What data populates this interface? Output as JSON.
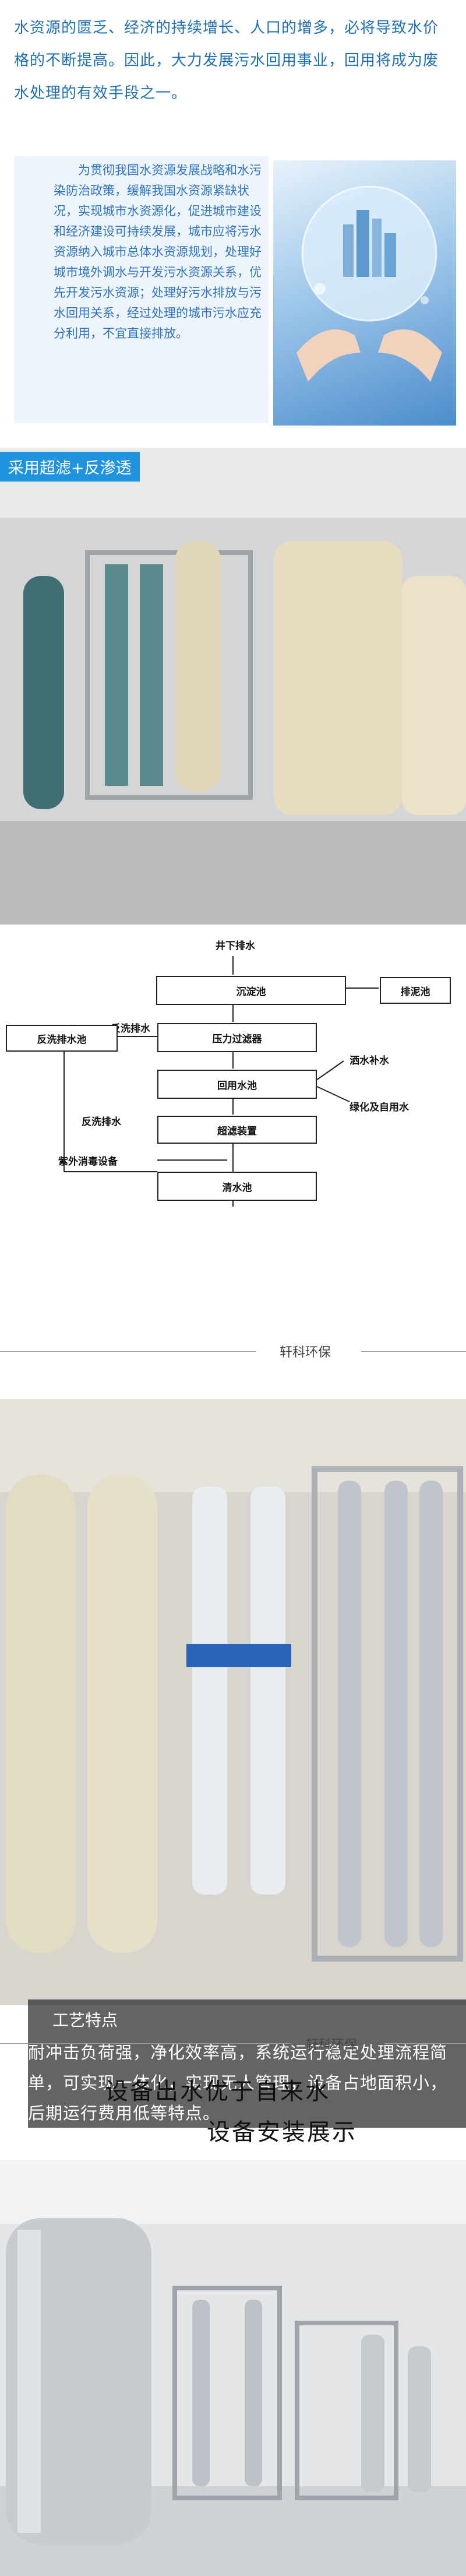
{
  "intro": {
    "text": "水资源的匮乏、经济的持续增长、人口的增多，必将导致水价格的不断提高。因此，大力发展污水回用事业，回用将成为废水处理的有效手段之一。"
  },
  "info": {
    "text": "为贯彻我国水资源发展战略和水污染防治政策，缓解我国水资源紧缺状况，实现城市水资源化，促进城市建设和经济建设可持续发展，城市应将污水资源纳入城市总体水资源规划，处理好城市境外调水与开发污水资源关系，优先开发污水资源；处理好污水排放与污水回用关系，经过处理的城市污水应充分利用，不宜直接排放。"
  },
  "photo1": {
    "label": "采用超滤+反渗透"
  },
  "flowchart": {
    "source": "井下排水",
    "sediment": "沉淀池",
    "sludge": "排泥池",
    "filter": "压力过滤器",
    "backwash_pool": "反洗排水池",
    "backwash_label_1": "反洗排水",
    "backwash_label_2": "反洗排水",
    "reuse_pool": "回用水池",
    "spray": "洒水补水",
    "greening": "绿化及自用水",
    "uf": "超滤装置",
    "uv": "紫外消毒设备",
    "clear_pool": "清水池"
  },
  "brand1": "轩科环保",
  "features": {
    "title": "工艺特点",
    "body": "耐冲击负荷强，净化效率高，系统运行稳定处理流程简单，可实现一体化，实现无人管理，设备占地面积小，后期运行费用低等特点。"
  },
  "brand2": "轩科环保",
  "slogan": {
    "line1": "设备出水优于自来水",
    "line2": "设备安装展示"
  }
}
